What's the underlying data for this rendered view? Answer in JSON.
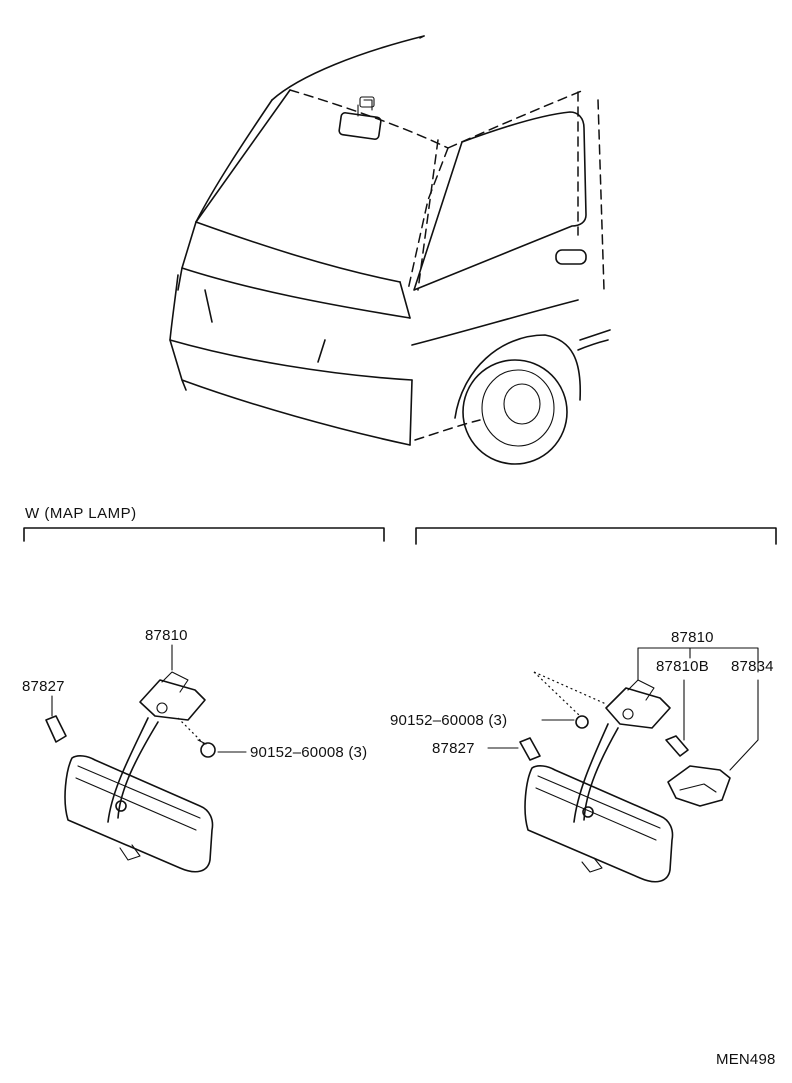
{
  "diagram": {
    "section_left_title": "W (MAP  LAMP)",
    "labels": {
      "left_mirror_assembly": "87810",
      "left_bulb": "87827",
      "left_screw": "90152–60008 (3)",
      "right_mirror_assembly": "87810",
      "right_sub_assembly": "87810B",
      "right_lens_cover": "87834",
      "right_screw": "90152–60008 (3)",
      "right_bulb": "87827"
    },
    "footer_code": "MEN498"
  }
}
